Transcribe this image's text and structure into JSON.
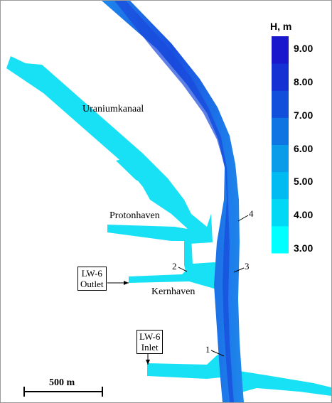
{
  "map": {
    "labels": {
      "uraniumkanaal": "Uraniumkanaal",
      "protonhaven": "Protonhaven",
      "kernhaven": "Kernhaven"
    },
    "outlet_box": [
      "LW-6",
      "Outlet"
    ],
    "inlet_box": [
      "LW-6",
      "Inlet"
    ],
    "points": [
      "1",
      "2",
      "3",
      "4"
    ],
    "scale_bar": "500 m"
  },
  "legend": {
    "title": "H, m",
    "ticks": [
      "9.00",
      "8.00",
      "7.00",
      "6.00",
      "5.00",
      "4.00",
      "3.00"
    ],
    "range": [
      3.0,
      9.0
    ],
    "colors": [
      "#00ffff",
      "#00d8f6",
      "#00bbf2",
      "#0a9be9",
      "#0f75e3",
      "#1250dc",
      "#1530d3",
      "#1a18cc"
    ]
  },
  "colors": {
    "shallow": "#19e1f5",
    "channel": "#1e78e6",
    "deep": "#1a50e0"
  }
}
